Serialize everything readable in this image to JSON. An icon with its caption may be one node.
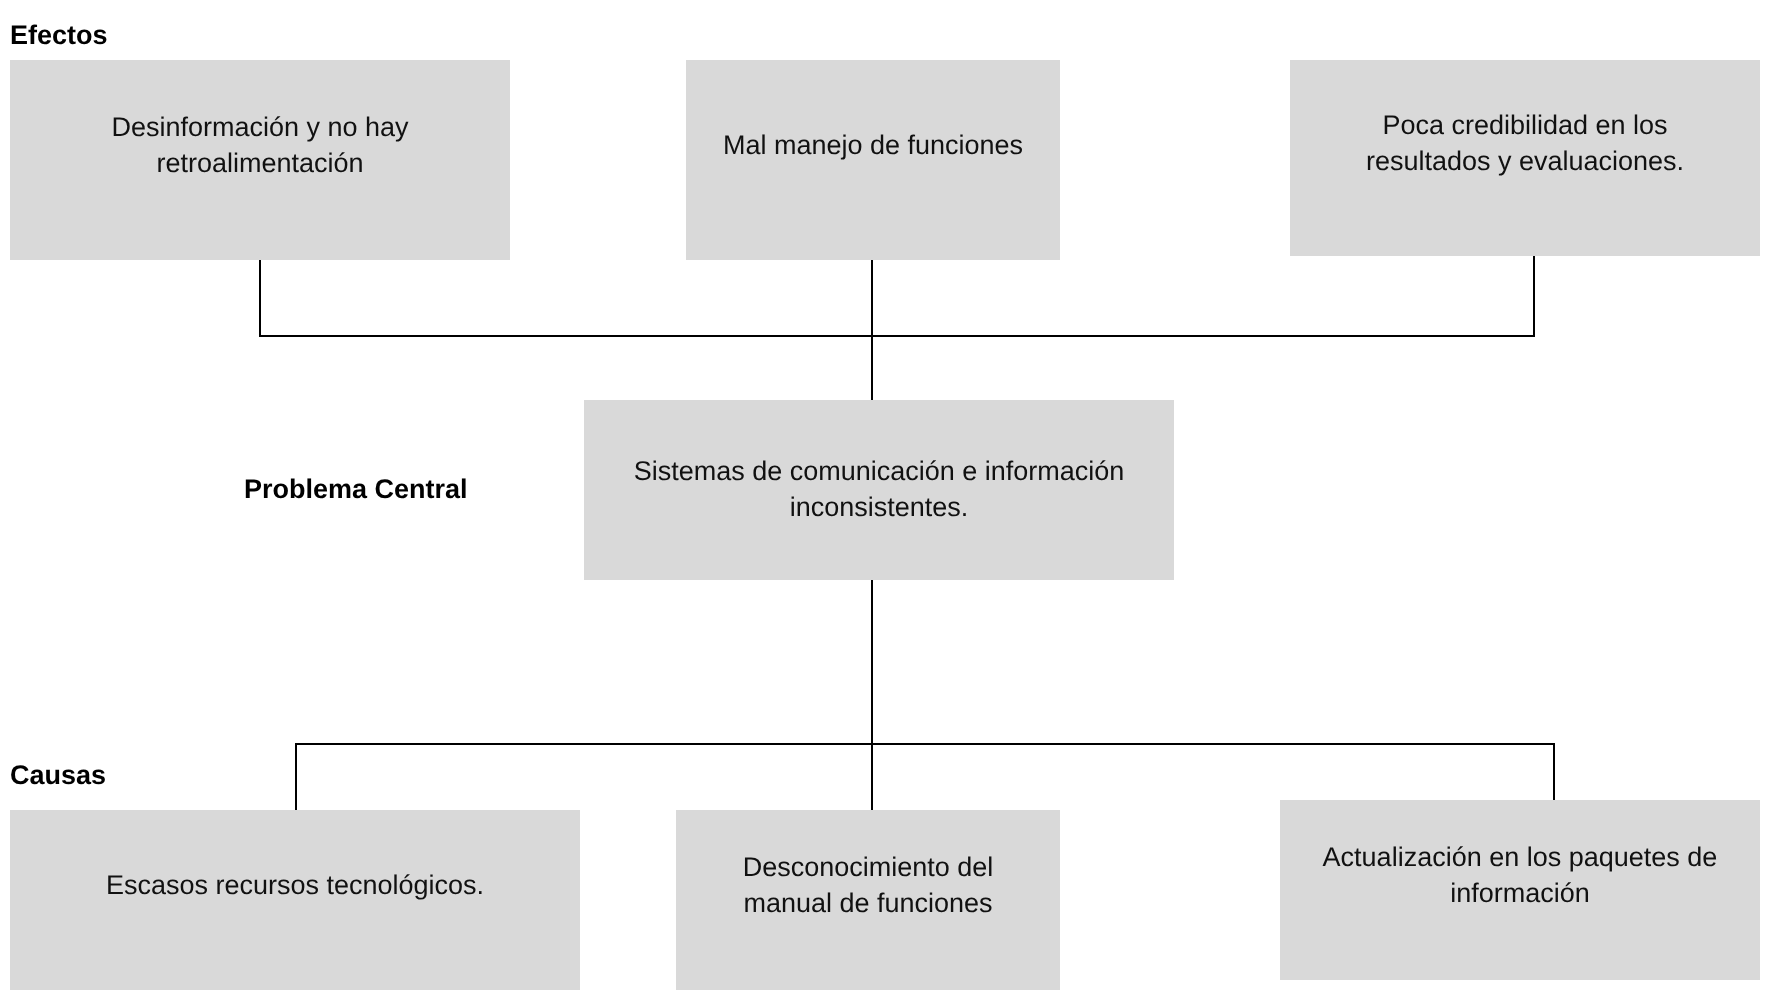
{
  "diagram": {
    "nodes": [
      {
        "text": [
          "Desinformación y no hay retroalimentación"
        ]
      },
      {
        "text": [
          "Mal manejo de funciones"
        ]
      },
      {
        "text": [
          "Poca credibilidad en los resultados y evaluaciones."
        ]
      },
      {
        "text": [
          "Sistemas de comunicación e información inconsistentes."
        ]
      },
      {
        "text": [
          "Escasos recursos tecnológicos."
        ]
      },
      {
        "text": [
          "Desconocimiento del manual de funciones"
        ]
      },
      {
        "text": [
          "Actualización en los paquetes de información"
        ]
      }
    ],
    "edges": [
      {
        "from": 0,
        "to": 3,
        "arrow": "none"
      },
      {
        "from": 1,
        "to": 3,
        "arrow": "none"
      },
      {
        "from": 2,
        "to": 3,
        "arrow": "none"
      },
      {
        "from": 4,
        "to": 3,
        "arrow": "none"
      },
      {
        "from": 5,
        "to": 3,
        "arrow": "none"
      },
      {
        "from": 6,
        "to": 3,
        "arrow": "none"
      }
    ],
    "labels": [
      "Efectos",
      "Problema Central",
      "Causas"
    ]
  }
}
